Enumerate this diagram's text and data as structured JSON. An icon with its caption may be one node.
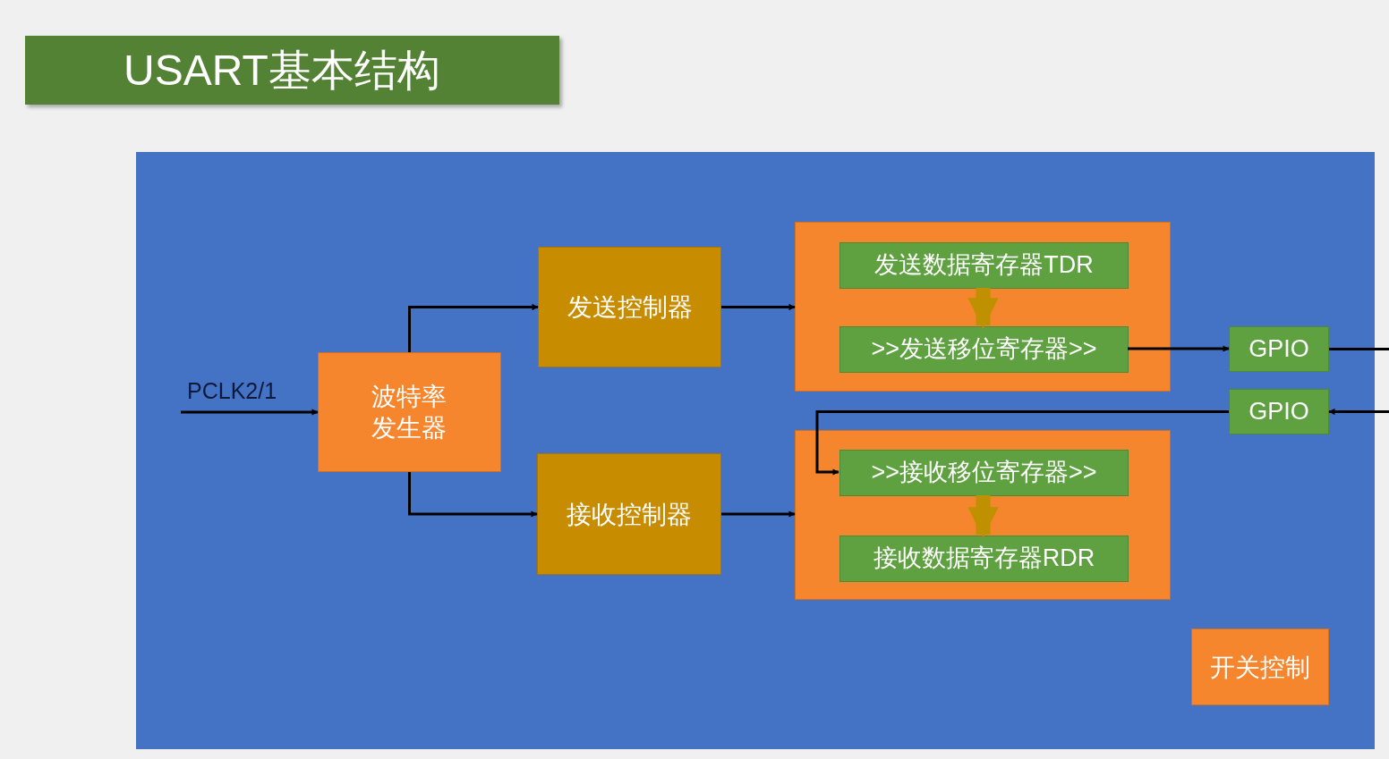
{
  "diagram": {
    "title": "USART基本结构",
    "nodes": [
      {
        "text": [],
        "shape": "box"
      },
      {
        "text": [
          "波特率发生器"
        ],
        "in": 0
      },
      {
        "text": [
          "发送控制器"
        ],
        "in": 0
      },
      {
        "text": [
          "接收控制器"
        ],
        "in": 0
      },
      {
        "text": [],
        "shape": "box",
        "in": 0
      },
      {
        "text": [
          "发送数据寄存器TDR"
        ],
        "in": 4
      },
      {
        "text": [
          ">>发送移位寄存器>>"
        ],
        "in": 4
      },
      {
        "text": [],
        "shape": "box",
        "in": 0
      },
      {
        "text": [
          ">>接收移位寄存器>>"
        ],
        "in": 7
      },
      {
        "text": [
          "接收数据寄存器RDR"
        ],
        "in": 7
      },
      {
        "text": [
          "GPIO"
        ],
        "in": 0
      },
      {
        "text": [
          "GPIO"
        ],
        "in": 0
      },
      {
        "text": [
          "开关控制"
        ],
        "in": 0
      }
    ],
    "edges": [
      {
        "from": null,
        "to": 1,
        "arrow": "to",
        "label": "PCLK2/1"
      },
      {
        "from": 1,
        "to": 2,
        "arrow": "to"
      },
      {
        "from": 1,
        "to": 3,
        "arrow": "to"
      },
      {
        "from": 2,
        "to": 4,
        "arrow": "to"
      },
      {
        "from": 3,
        "to": 7,
        "arrow": "to"
      },
      {
        "from": 5,
        "to": 6,
        "arrow": "to",
        "style": "thick",
        "color": "#bf9000"
      },
      {
        "from": 6,
        "to": 10,
        "arrow": "to"
      },
      {
        "from": 10,
        "to": null,
        "arrow": "none"
      },
      {
        "from": null,
        "to": 11,
        "arrow": "to"
      },
      {
        "from": 11,
        "to": 8,
        "arrow": "to"
      },
      {
        "from": 8,
        "to": 9,
        "arrow": "to",
        "style": "thick",
        "color": "#bf9000"
      }
    ]
  }
}
